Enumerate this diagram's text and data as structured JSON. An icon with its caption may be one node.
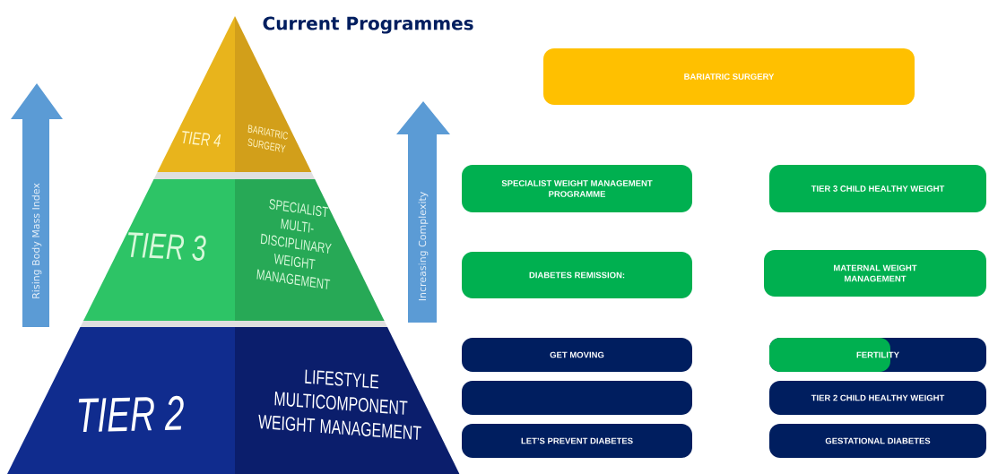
{
  "diagram": {
    "title": "Current Programmes",
    "nodes": [
      {
        "text": [
          "TIER 4",
          "BARIATRIC SURGERY"
        ]
      },
      {
        "text": [
          "TIER 3",
          "SPECIALIST MULTI- DISCIPLINARY WEIGHT MANAGEMENT"
        ]
      },
      {
        "text": [
          "TIER 2",
          "LIFESTYLE MULTICOMPONENT WEIGHT MANAGEMENT"
        ]
      },
      {
        "text": [
          "BARIATRIC SURGERY"
        ]
      },
      {
        "text": [
          "SPECIALIST WEIGHT MANAGEMENT PROGRAMME"
        ]
      },
      {
        "text": [
          "TIER 3 CHILD HEALTHY WEIGHT"
        ]
      },
      {
        "text": [
          "DIABETES REMISSION:"
        ]
      },
      {
        "text": [
          "MATERNAL WEIGHT MANAGEMENT"
        ]
      },
      {
        "text": [
          "GET MOVING"
        ]
      },
      {
        "text": [
          "FERTILITY"
        ]
      },
      {
        "text": [],
        "shape": "box"
      },
      {
        "text": [
          "TIER 2 CHILD HEALTHY WEIGHT"
        ]
      },
      {
        "text": [
          "LET’S PREVENT DIABETES"
        ]
      },
      {
        "text": [
          "GESTATIONAL DIABETES"
        ]
      }
    ],
    "labels": [
      "Rising Body Mass Index",
      "Increasing Complexity"
    ]
  }
}
